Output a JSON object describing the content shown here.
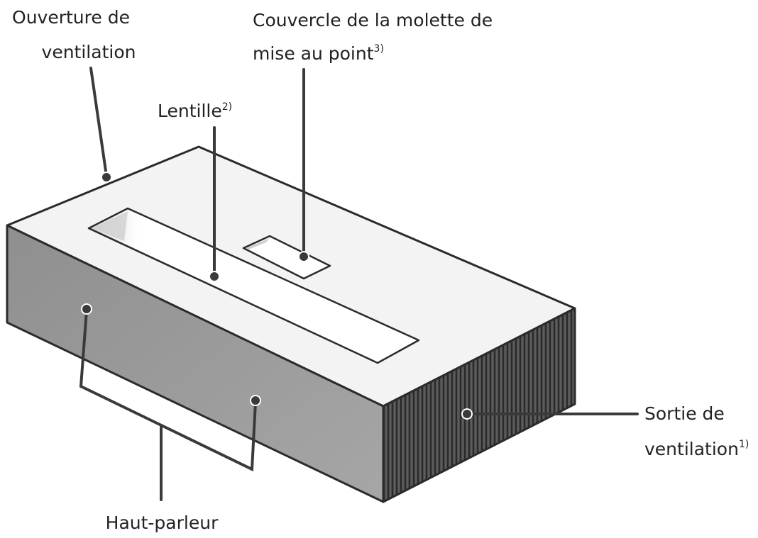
{
  "labels": {
    "vent_inlet_line1": "Ouverture de",
    "vent_inlet_line2": "ventilation",
    "focus_cover_line1": "Couvercle de la molette de",
    "focus_cover_line2": "mise au point",
    "focus_cover_sup": "3)",
    "lens": "Lentille",
    "lens_sup": "2)",
    "vent_outlet_line1": "Sortie de",
    "vent_outlet_line2": "ventilation",
    "vent_outlet_sup": "1)",
    "speaker": "Haut-parleur"
  },
  "colors": {
    "top_face": "#f3f3f3",
    "front_face": "#9a9a9a",
    "side_face": "#4a4a4a",
    "grille_line": "#2a2a2a",
    "outline": "#2b2b2b",
    "leader": "#3a3a3a"
  }
}
